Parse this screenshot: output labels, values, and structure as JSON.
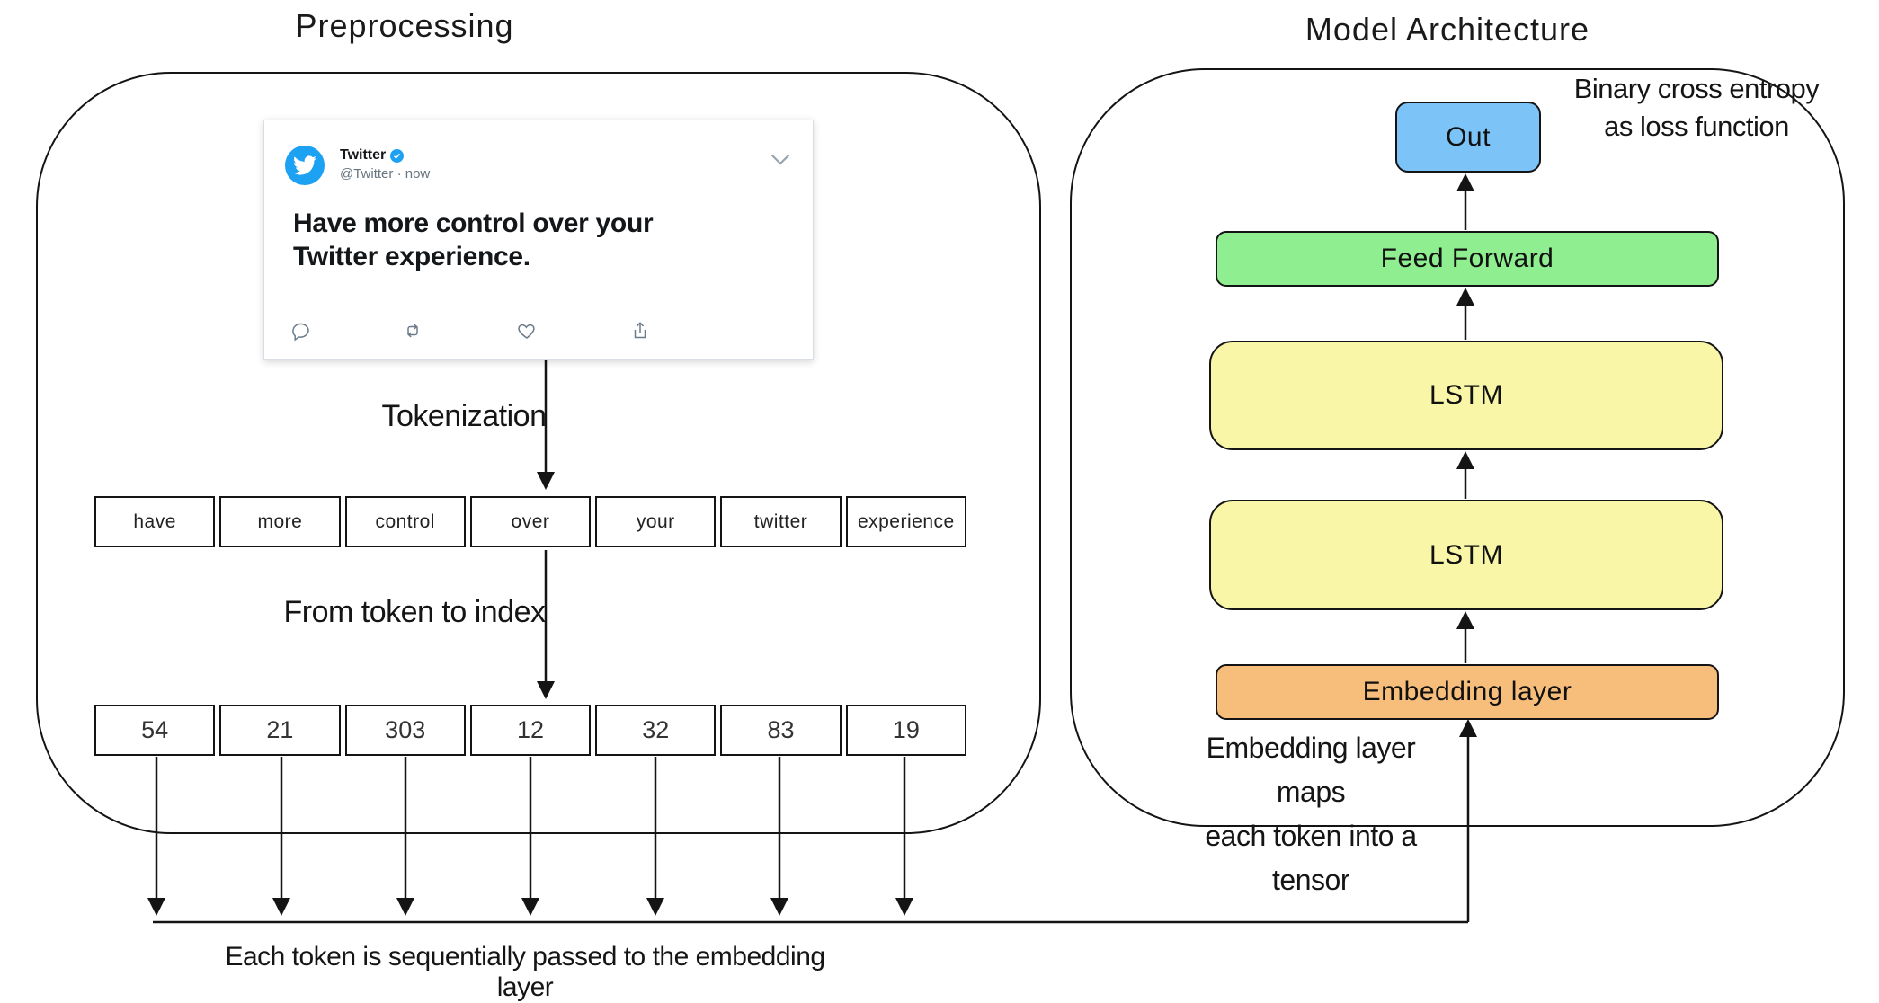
{
  "titles": {
    "left": "Preprocessing",
    "right": "Model Architecture"
  },
  "tweet": {
    "name": "Twitter",
    "handle_line": "@Twitter · now",
    "body_line1": "Have more control over your",
    "body_line2": "Twitter experience."
  },
  "preprocessing": {
    "step1_label": "Tokenization",
    "tokens": [
      "have",
      "more",
      "control",
      "over",
      "your",
      "twitter",
      "experience"
    ],
    "step2_label": "From token to index",
    "indices": [
      "54",
      "21",
      "303",
      "12",
      "32",
      "83",
      "19"
    ],
    "bottom_caption": "Each token is sequentially passed to the embedding layer"
  },
  "model": {
    "out_label": "Out",
    "loss_line1": "Binary cross entropy",
    "loss_line2": "as loss function",
    "feed_forward_label": "Feed Forward",
    "lstm1_label": "LSTM",
    "lstm2_label": "LSTM",
    "embedding_label": "Embedding layer",
    "embedding_note_line1": "Embedding layer maps",
    "embedding_note_line2": "each token into a tensor"
  },
  "colors": {
    "twitter_blue": "#1da1f2",
    "out_box": "#7cc3f7",
    "feed_forward_box": "#8fee90",
    "lstm_box": "#faf6a8",
    "embedding_box": "#f6bd7b",
    "outline": "#141414",
    "muted_gray": "#66757f"
  },
  "icons": {
    "avatar": "twitter-bird-icon",
    "verified": "verified-badge-icon",
    "collapse": "chevron-down-icon",
    "actions": [
      "reply-icon",
      "retweet-icon",
      "like-icon",
      "share-icon"
    ]
  }
}
